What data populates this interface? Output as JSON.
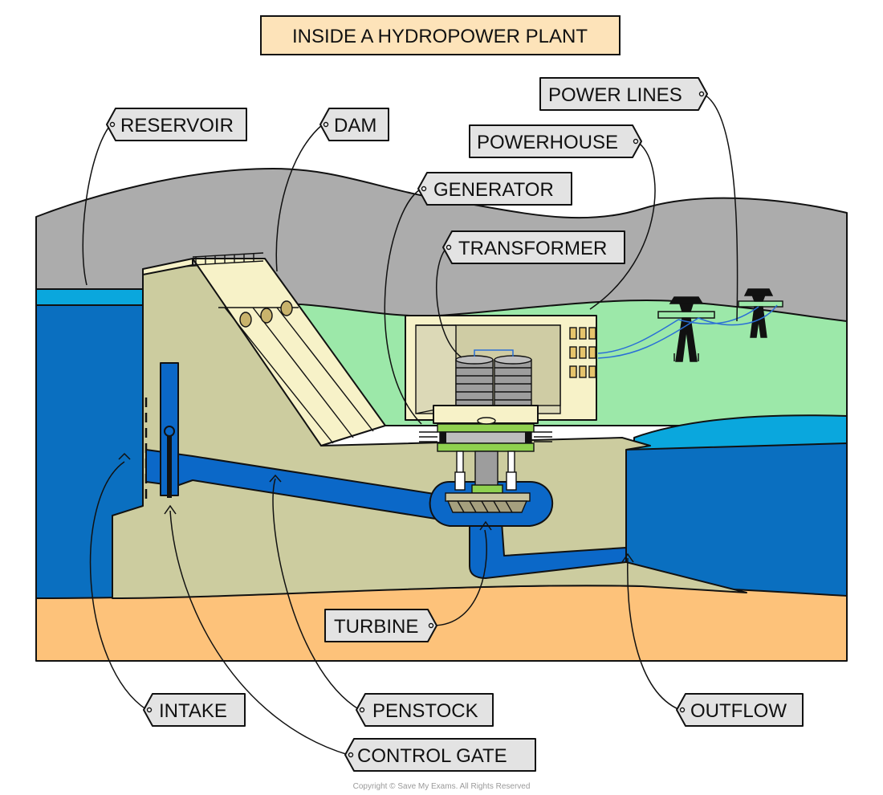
{
  "title": "INSIDE A HYDROPOWER PLANT",
  "copyright": "Copyright © Save My Exams. All Rights Reserved",
  "labels": {
    "reservoir": "RESERVOIR",
    "dam": "DAM",
    "power_lines": "POWER LINES",
    "powerhouse": "POWERHOUSE",
    "generator": "GENERATOR",
    "transformer": "TRANSFORMER",
    "turbine": "TURBINE",
    "intake": "INTAKE",
    "penstock": "PENSTOCK",
    "outflow": "OUTFLOW",
    "control_gate": "CONTROL GATE"
  },
  "colors": {
    "sky_hills": "#acacac",
    "grass": "#9ce8a9",
    "water_dark": "#0a6fc0",
    "water_light": "#0aa7dd",
    "penstock": "#0b68c8",
    "ground": "#fdc27a",
    "dam_body": "#cccc9f",
    "concrete_light": "#f7f2c8",
    "label_fill": "#e3e3e3",
    "title_fill": "#fde3b9",
    "machine_green": "#8fd14f"
  }
}
